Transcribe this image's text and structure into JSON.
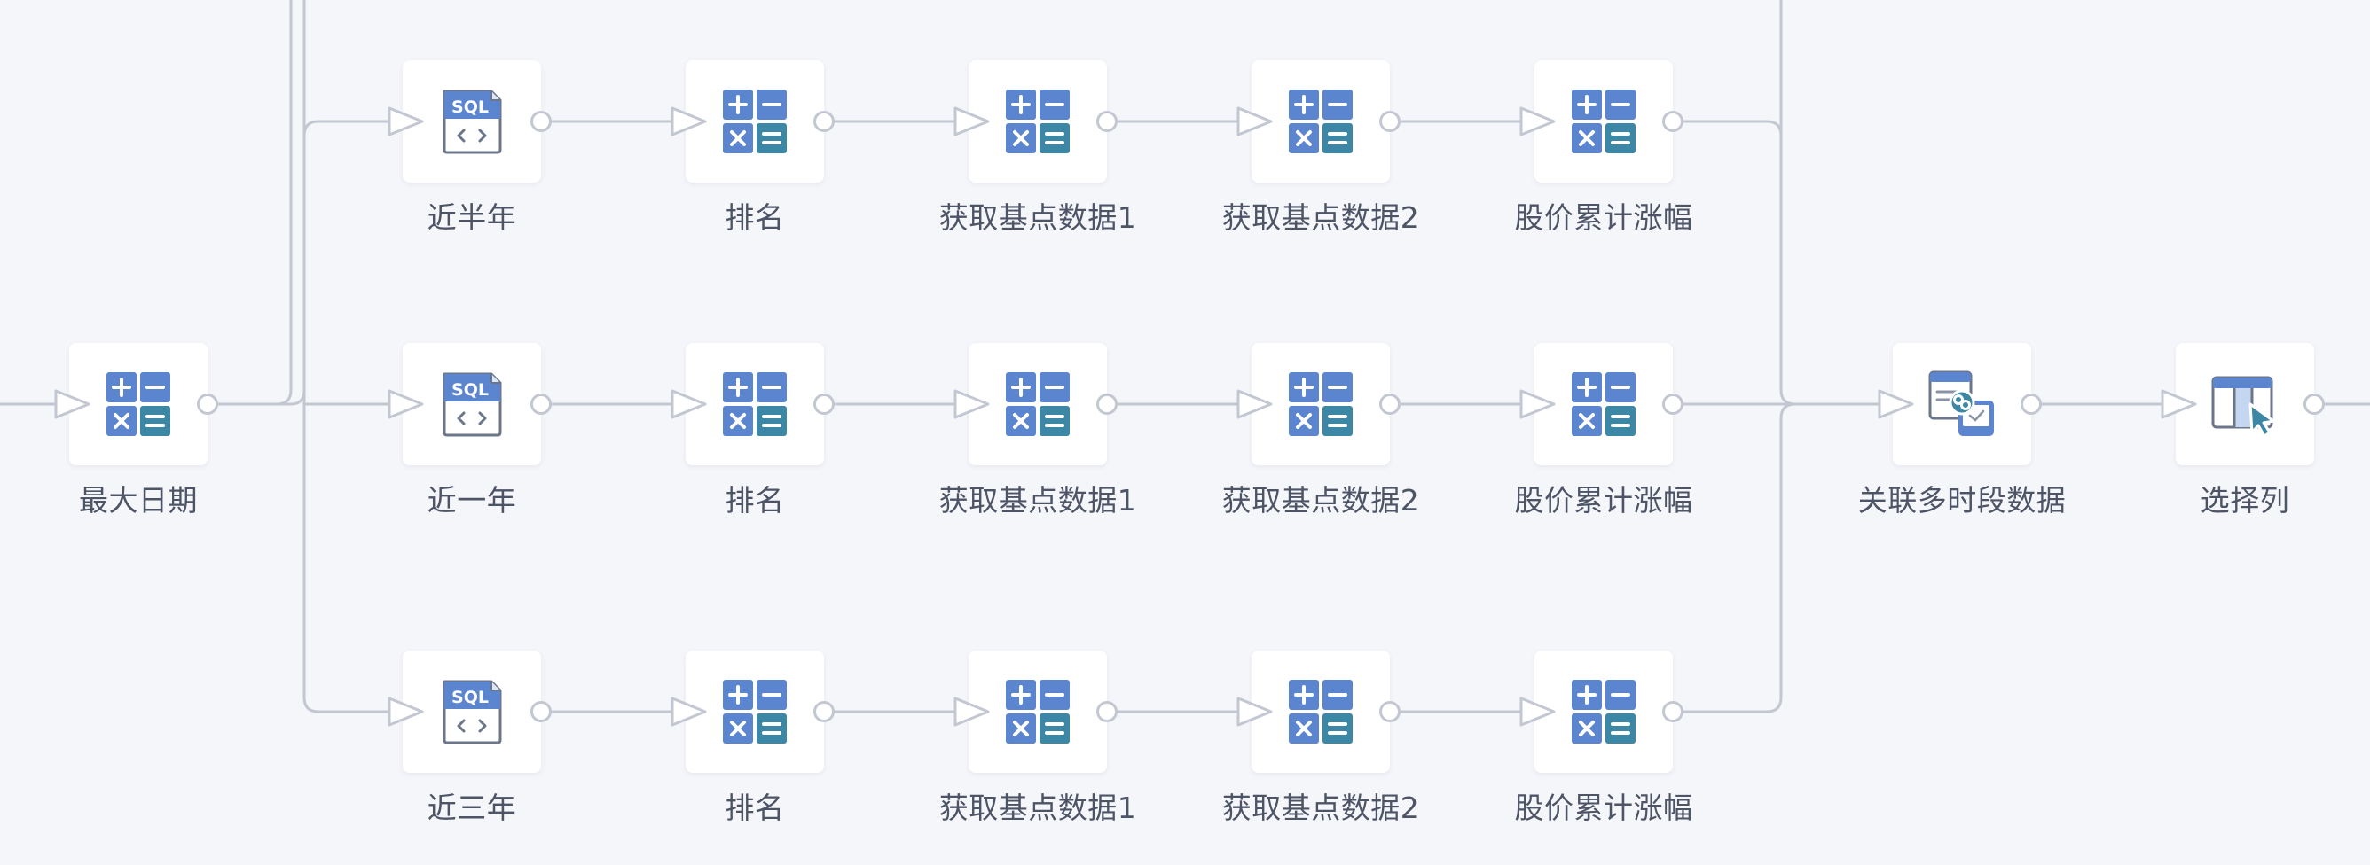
{
  "canvas": {
    "background": "#f5f6fa",
    "wire_color": "#c3c7d2"
  },
  "icon_colors": {
    "calc_blue": "#5b86cf",
    "calc_teal": "#3d87a6",
    "sql_blue": "#5b86cf",
    "link_teal": "#3d87a6",
    "cursor_teal": "#3d87a6"
  },
  "nodes": [
    {
      "id": "max_date",
      "label": "最大日期",
      "icon": "calculator-icon"
    },
    {
      "id": "half_year",
      "label": "近半年",
      "icon": "sql-icon"
    },
    {
      "id": "rank_1",
      "label": "排名",
      "icon": "calculator-icon"
    },
    {
      "id": "base_1a",
      "label": "获取基点数据1",
      "icon": "calculator-icon"
    },
    {
      "id": "base_1b",
      "label": "获取基点数据2",
      "icon": "calculator-icon"
    },
    {
      "id": "cum_1",
      "label": "股价累计涨幅",
      "icon": "calculator-icon"
    },
    {
      "id": "one_year",
      "label": "近一年",
      "icon": "sql-icon"
    },
    {
      "id": "rank_2",
      "label": "排名",
      "icon": "calculator-icon"
    },
    {
      "id": "base_2a",
      "label": "获取基点数据1",
      "icon": "calculator-icon"
    },
    {
      "id": "base_2b",
      "label": "获取基点数据2",
      "icon": "calculator-icon"
    },
    {
      "id": "cum_2",
      "label": "股价累计涨幅",
      "icon": "calculator-icon"
    },
    {
      "id": "three_year",
      "label": "近三年",
      "icon": "sql-icon"
    },
    {
      "id": "rank_3",
      "label": "排名",
      "icon": "calculator-icon"
    },
    {
      "id": "base_3a",
      "label": "获取基点数据1",
      "icon": "calculator-icon"
    },
    {
      "id": "base_3b",
      "label": "获取基点数据2",
      "icon": "calculator-icon"
    },
    {
      "id": "cum_3",
      "label": "股价累计涨幅",
      "icon": "calculator-icon"
    },
    {
      "id": "join_multi",
      "label": "关联多时段数据",
      "icon": "join-data-icon"
    },
    {
      "id": "select_cols",
      "label": "选择列",
      "icon": "select-columns-icon"
    }
  ]
}
